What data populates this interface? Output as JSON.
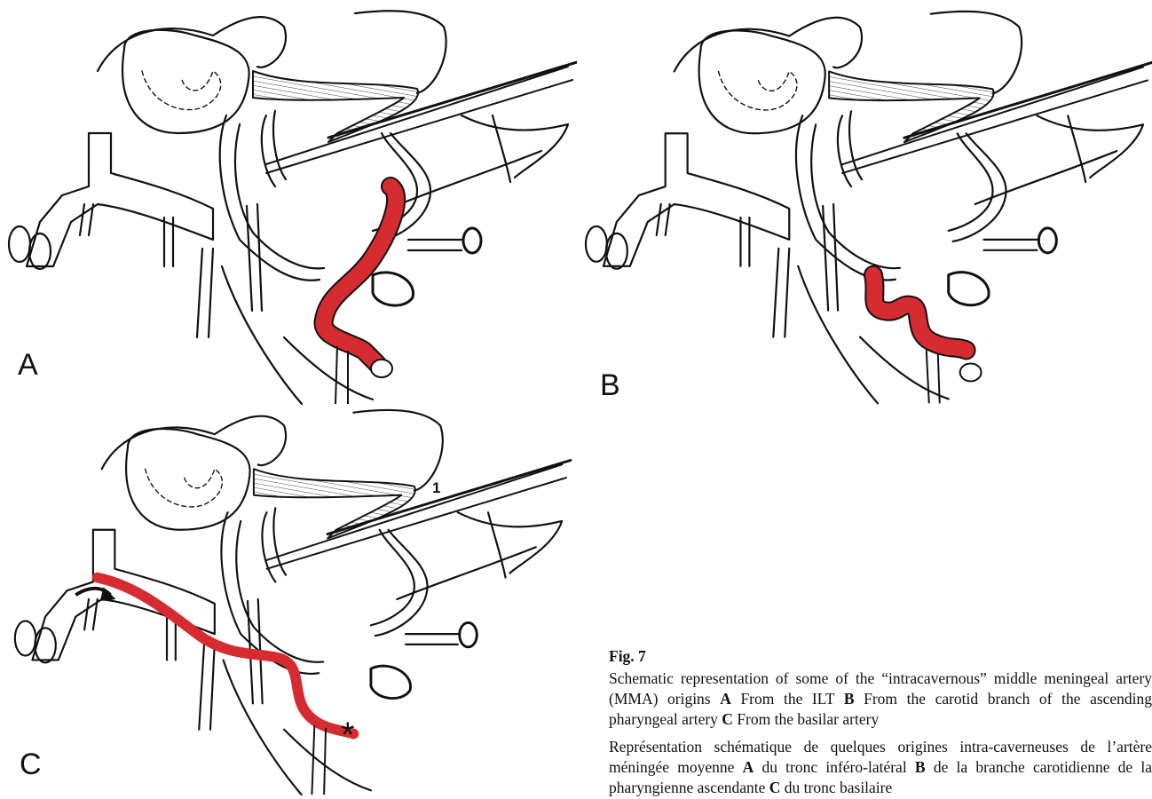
{
  "panels": [
    {
      "letter": "A"
    },
    {
      "letter": "B"
    },
    {
      "letter": "C",
      "marker": "1",
      "asterisk": "*"
    }
  ],
  "colors": {
    "highlight": "#d62b30",
    "line": "#111111",
    "hatch": "#555555"
  },
  "caption": {
    "label": "Fig. 7",
    "english": {
      "intro": "Schematic representation of some of the “intracavernous” middle meningeal artery (MMA) origins",
      "a_key": "A",
      "a_text": "From the ILT",
      "b_key": "B",
      "b_text": "From the carotid branch of the ascending pharyngeal artery",
      "c_key": "C",
      "c_text": "From the basilar artery"
    },
    "french": {
      "intro": "Représentation schématique de quelques origines intra-caverneuses de l’artère méningée moyenne",
      "a_key": "A",
      "a_text": "du tronc inféro-latéral",
      "b_key": "B",
      "b_text": "de la branche carotidienne de la pharyngienne ascendante",
      "c_key": "C",
      "c_text": "du tronc basilaire"
    }
  }
}
